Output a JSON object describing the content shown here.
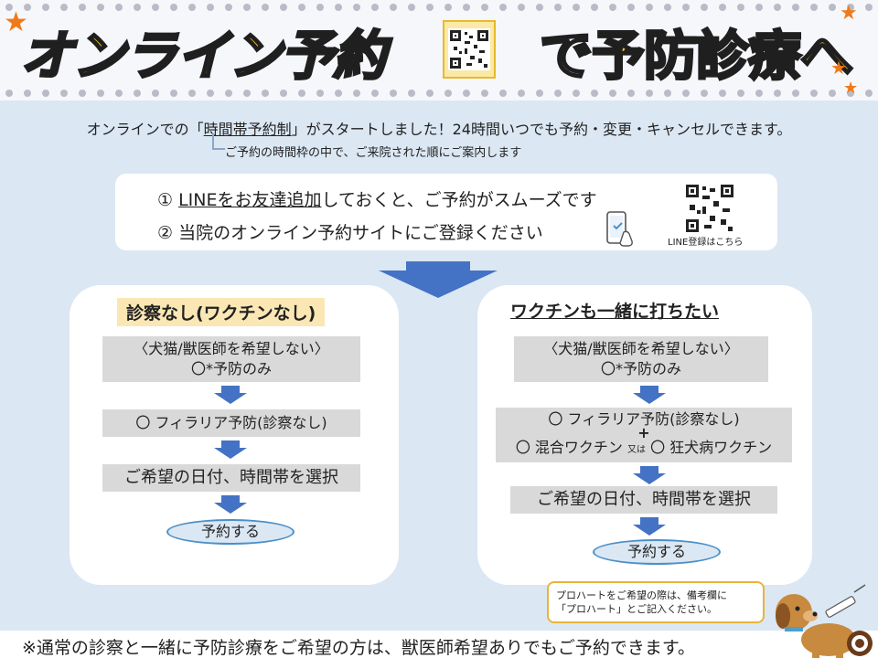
{
  "header": {
    "title_left": "オンライン予約",
    "title_de": "で",
    "title_right": "予防診療へ"
  },
  "intro": {
    "before": "オンラインでの「",
    "underlined": "時間帯予約制",
    "after": "」がスタートしました！24時間いつでも予約・変更・キャンセルできます。",
    "sub_note": "ご予約の時間枠の中で、ご来院された順にご案内します"
  },
  "steps": {
    "step1_prefix": "① ",
    "step1_link": "LINEをお友達追加",
    "step1_rest": "しておくと、ご予約がスムーズです",
    "step2": "② 当院のオンライン予約サイトにご登録ください",
    "qr_caption": "LINE登録はこちら"
  },
  "left_panel": {
    "title": "診察なし(ワクチンなし)",
    "box1_line1": "〈犬猫/獣医師を希望しない〉",
    "box1_line2": "〇*予防のみ",
    "box2": "〇 フィラリア予防(診察なし)",
    "box3": "ご希望の日付、時間帯を選択",
    "button": "予約する"
  },
  "right_panel": {
    "title": "ワクチンも一緒に打ちたい",
    "box1_line1": "〈犬猫/獣医師を希望しない〉",
    "box1_line2": "〇*予防のみ",
    "box2_line1": "〇 フィラリア予防(診察なし)",
    "plus": "+",
    "box2_line2a": "〇 混合ワクチン",
    "box2_or": "又は",
    "box2_line2b": "〇 狂犬病ワクチン",
    "box3": "ご希望の日付、時間帯を選択",
    "button": "予約する"
  },
  "pro_note": {
    "line1": "プロハートをご希望の際は、備考欄に",
    "line2": "「プロハート」とご記入ください。"
  },
  "footer": {
    "note": "※通常の診察と一緒に予防診療をご希望の方は、獣医師希望ありでもご予約できます。"
  },
  "colors": {
    "title_yellow": "#f7c520",
    "accent_blue": "#4472c4",
    "panel_bg": "#dbe7f3",
    "star_orange": "#f07a1a"
  },
  "icons": [
    "star-icon",
    "qr-code-icon",
    "phone-tap-icon",
    "down-arrow-icon",
    "dog-illustration"
  ]
}
